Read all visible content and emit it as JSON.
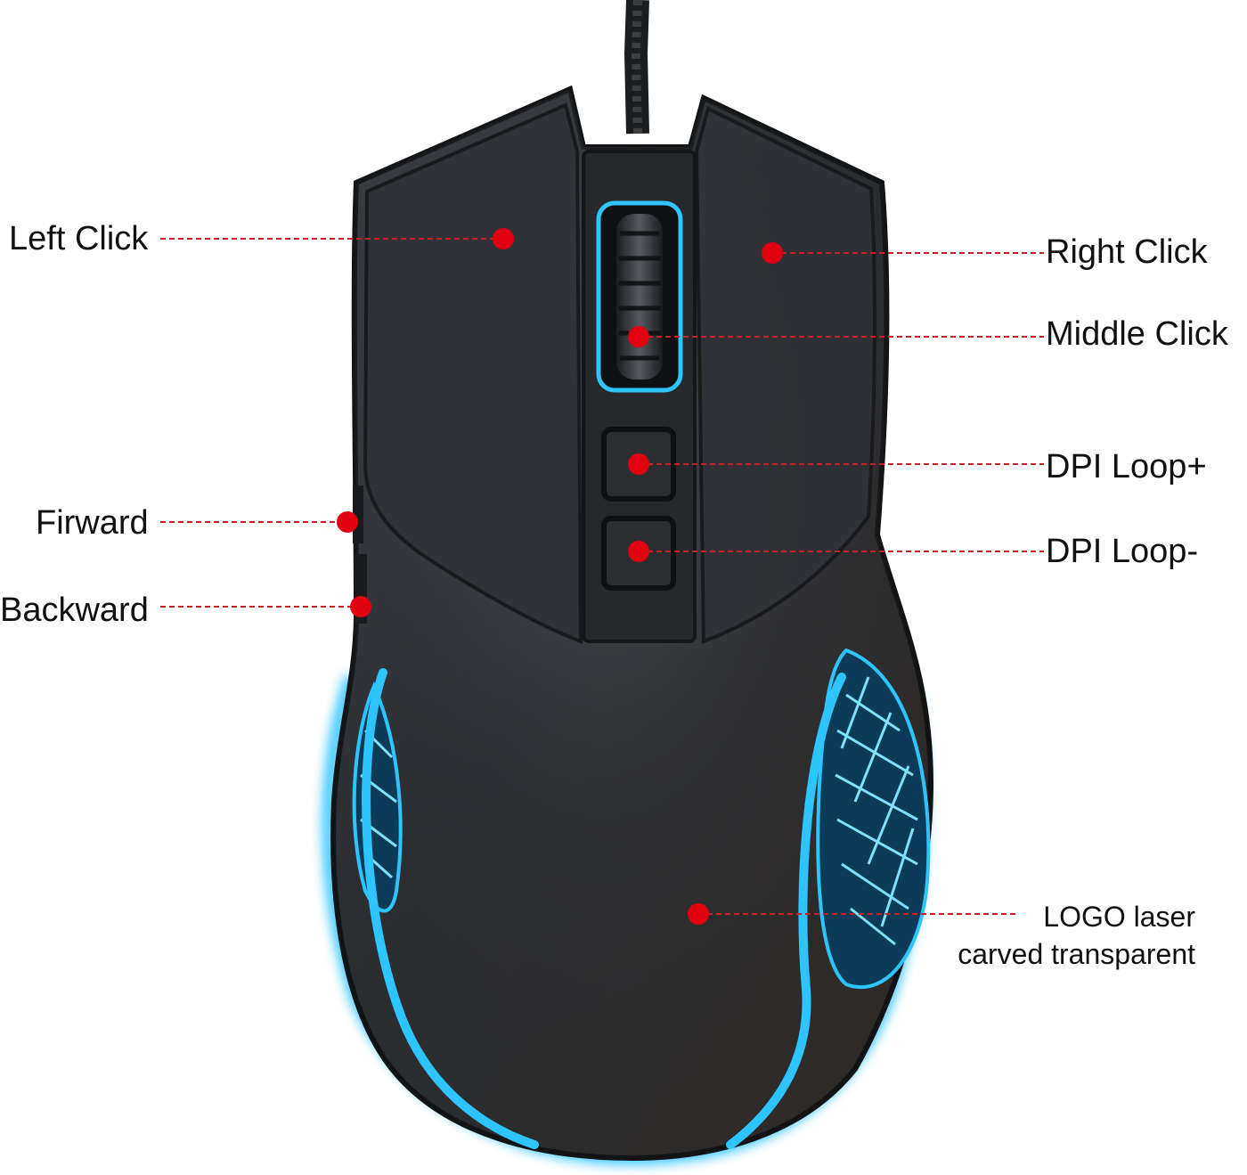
{
  "colors": {
    "marker": "#e00010",
    "leader": "#c81e28",
    "body": "#2b2d31",
    "body_edge": "#121314",
    "glow": "#2ec4ff",
    "background": "#ffffff"
  },
  "labels": {
    "left_click": "Left Click",
    "right_click": "Right Click",
    "middle_click": "Middle Click",
    "dpi_loop_plus": "DPI Loop+",
    "dpi_loop_minus": "DPI Loop-",
    "forward": "Firward",
    "backward": "Backward",
    "logo_line1": "LOGO laser",
    "logo_line2": "carved transparent"
  }
}
